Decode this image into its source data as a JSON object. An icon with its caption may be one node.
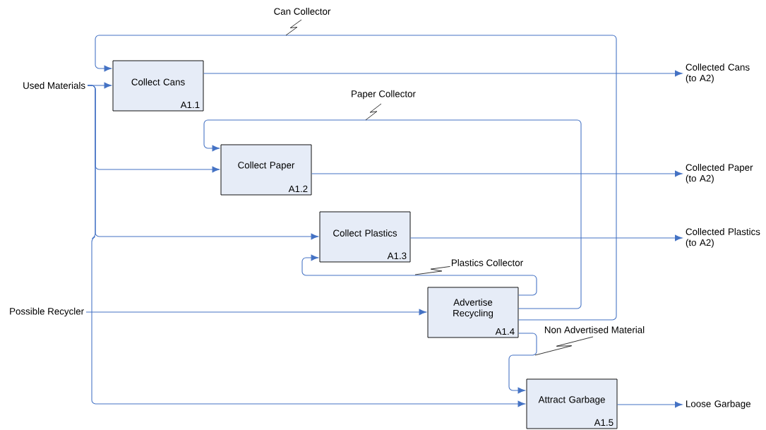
{
  "diagram": {
    "nodes": [
      {
        "text": [
          "Collect Cans",
          "A1.1"
        ]
      },
      {
        "text": [
          "Collect Paper",
          "A1.2"
        ]
      },
      {
        "text": [
          "Collect Plastics",
          "A1.3"
        ]
      },
      {
        "text": [
          "Advertise Recycling",
          "A1.4"
        ]
      },
      {
        "text": [
          "Attract Garbage",
          "A1.5"
        ]
      },
      {
        "text": [
          "Used Materials"
        ]
      },
      {
        "text": [
          "Possible Recycler"
        ]
      },
      {
        "text": [
          "Collected Cans (to A2)"
        ]
      },
      {
        "text": [
          "Collected Paper (to A2)"
        ]
      },
      {
        "text": [
          "Collected Plastics (to A2)"
        ]
      },
      {
        "text": [
          "Loose Garbage"
        ]
      }
    ],
    "edges": [
      {
        "from": 3,
        "to": 0,
        "arrow": "to",
        "label": "Can Collector"
      },
      {
        "from": 3,
        "to": 1,
        "arrow": "to",
        "label": "Paper Collector"
      },
      {
        "from": 3,
        "to": 2,
        "arrow": "to",
        "label": "Plastics Collector"
      },
      {
        "from": 3,
        "to": 4,
        "arrow": "to",
        "label": "Non Advertised Material"
      },
      {
        "from": 5,
        "to": 0,
        "arrow": "to"
      },
      {
        "from": 5,
        "to": 1,
        "arrow": "to"
      },
      {
        "from": 5,
        "to": 2,
        "arrow": "to"
      },
      {
        "from": 5,
        "to": 4,
        "arrow": "to"
      },
      {
        "from": 6,
        "to": 3,
        "arrow": "to"
      },
      {
        "from": 0,
        "to": 7,
        "arrow": "to"
      },
      {
        "from": 1,
        "to": 8,
        "arrow": "to"
      },
      {
        "from": 2,
        "to": 9,
        "arrow": "to"
      },
      {
        "from": 4,
        "to": 10,
        "arrow": "to"
      }
    ]
  }
}
